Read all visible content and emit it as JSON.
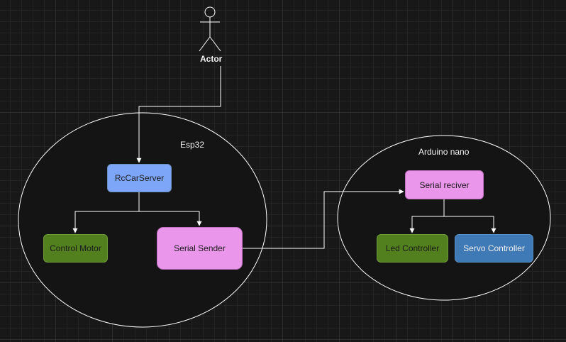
{
  "actor": {
    "label": "Actor"
  },
  "groups": {
    "esp32": {
      "label": "Esp32"
    },
    "arduino": {
      "label": "Arduino nano"
    }
  },
  "nodes": {
    "rc_car_server": {
      "label": "RcCarServer"
    },
    "control_motor": {
      "label": "Control Motor"
    },
    "serial_sender": {
      "label": "Serial Sender"
    },
    "serial_receiver": {
      "label": "Serial reciver"
    },
    "led_controller": {
      "label": "Led Controller"
    },
    "servo_controller": {
      "label": "Servo Controller"
    }
  },
  "colors": {
    "canvas_background": "#181818",
    "line": "#ffffff",
    "blue_node": "#7ea6f8",
    "green_node": "#53801f",
    "pink_node": "#ea96ea",
    "steel_node": "#3f79b6"
  },
  "edges": [
    {
      "from": "actor",
      "to": "rc_car_server"
    },
    {
      "from": "rc_car_server",
      "to": "control_motor"
    },
    {
      "from": "rc_car_server",
      "to": "serial_sender"
    },
    {
      "from": "serial_sender",
      "to": "serial_receiver"
    },
    {
      "from": "serial_receiver",
      "to": "led_controller"
    },
    {
      "from": "serial_receiver",
      "to": "servo_controller"
    }
  ]
}
